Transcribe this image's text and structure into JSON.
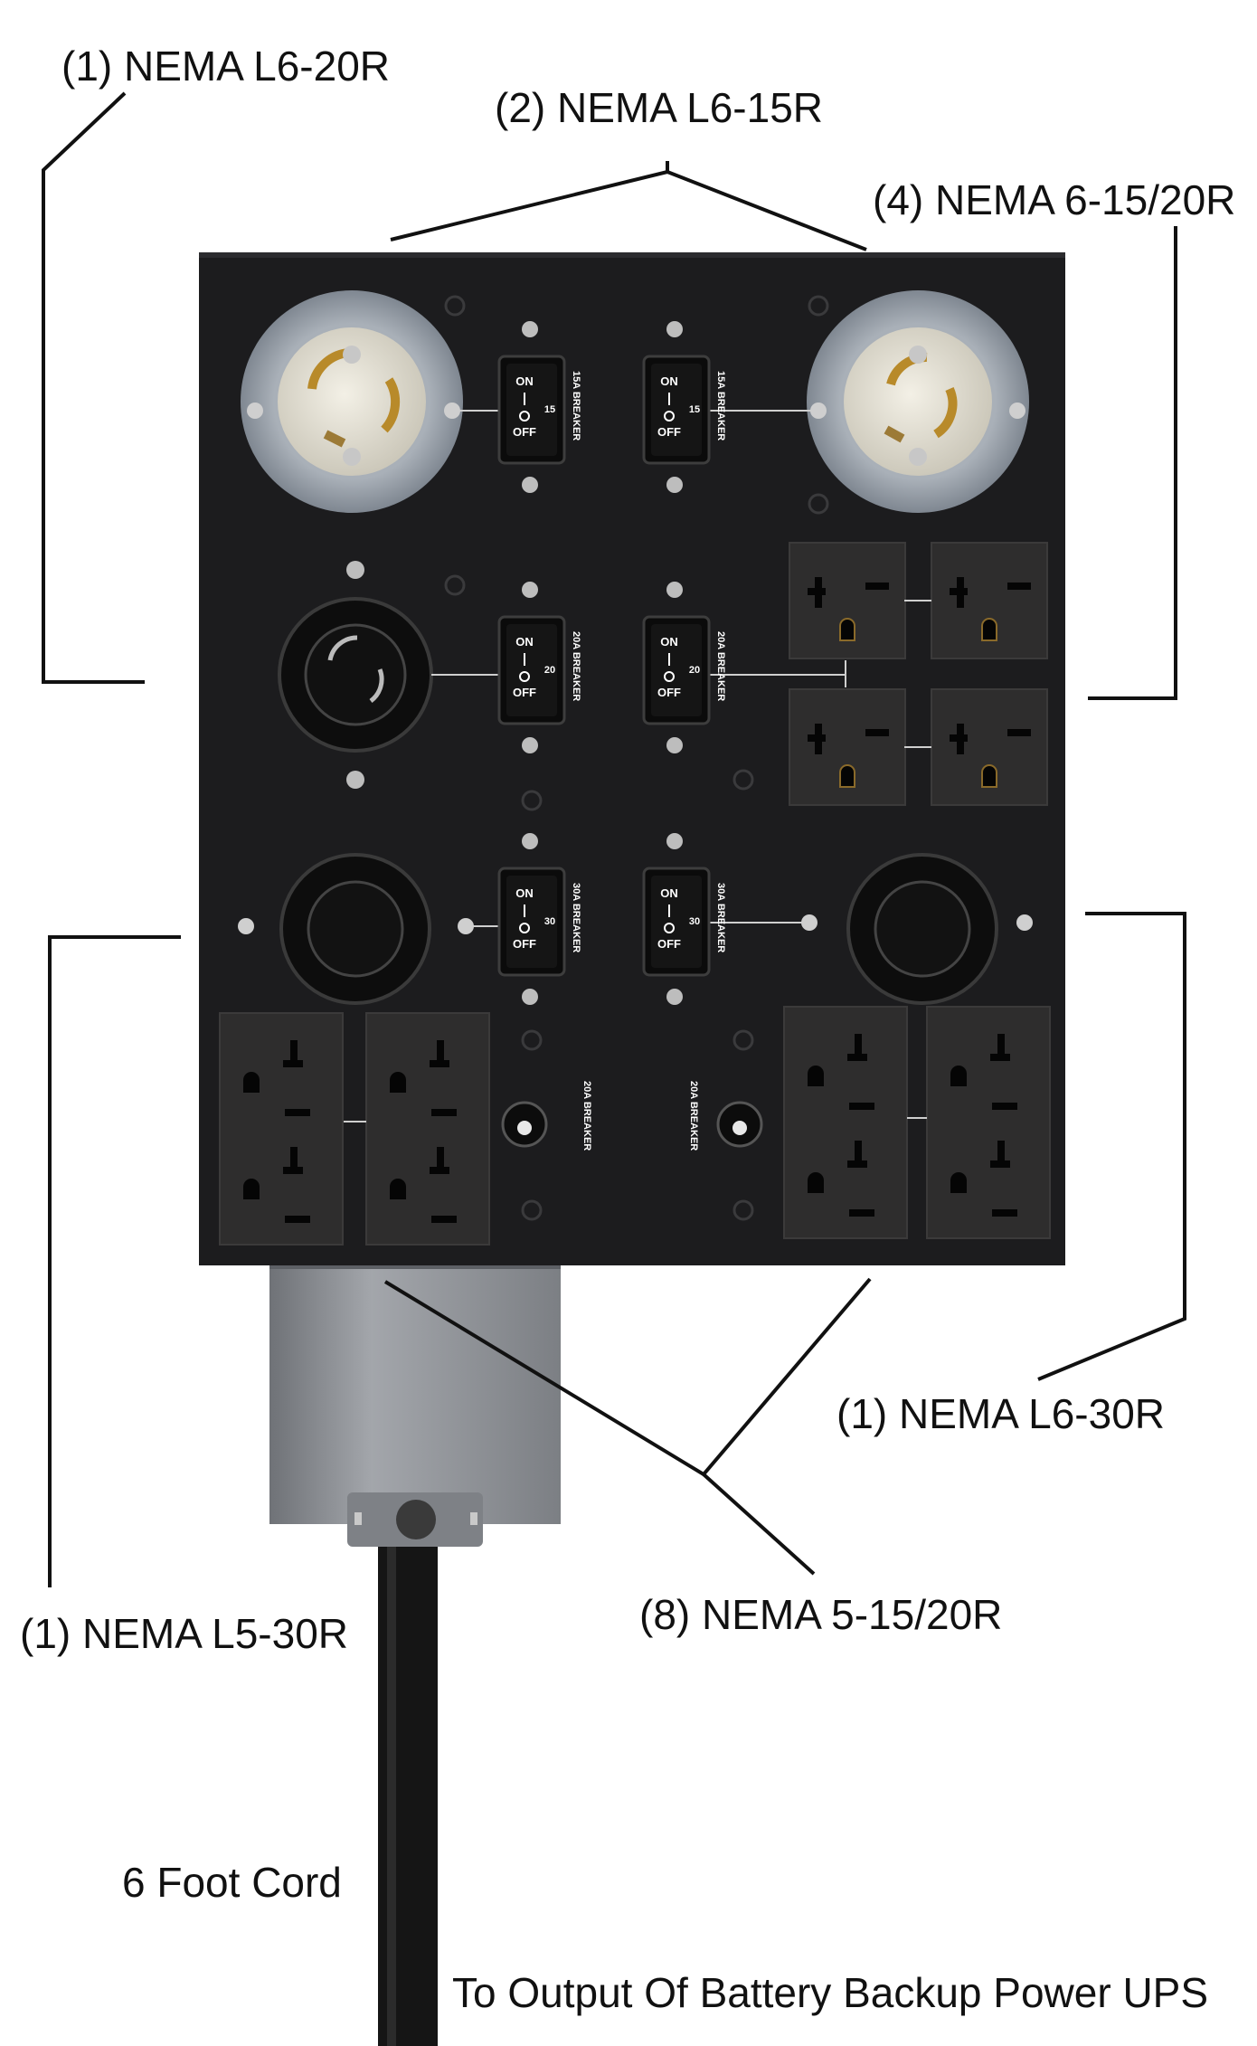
{
  "callouts": {
    "l6_20r": "(1) NEMA L6-20R",
    "l6_15r": "(2) NEMA L6-15R",
    "nema_6_15_20r": "(4) NEMA 6-15/20R",
    "l6_30r": "(1) NEMA L6-30R",
    "l5_30r": "(1) NEMA L5-30R",
    "nema_5_15_20r": "(8) NEMA 5-15/20R",
    "cord": "6 Foot Cord",
    "ups": "To Output Of Battery Backup Power UPS"
  },
  "breakers": {
    "on": "ON",
    "off": "OFF",
    "row1_rating": "15",
    "row1_label": "15A BREAKER",
    "row2_rating": "20",
    "row2_label": "20A BREAKER",
    "row3_rating": "30",
    "row3_label": "30A BREAKER",
    "push_label": "20A BREAKER"
  },
  "colors": {
    "panel": "#1c1c1e",
    "outlet": "#2e2d2d",
    "ring": "#9ea6b0",
    "conduit": "#8f9297",
    "cord": "#151515"
  }
}
